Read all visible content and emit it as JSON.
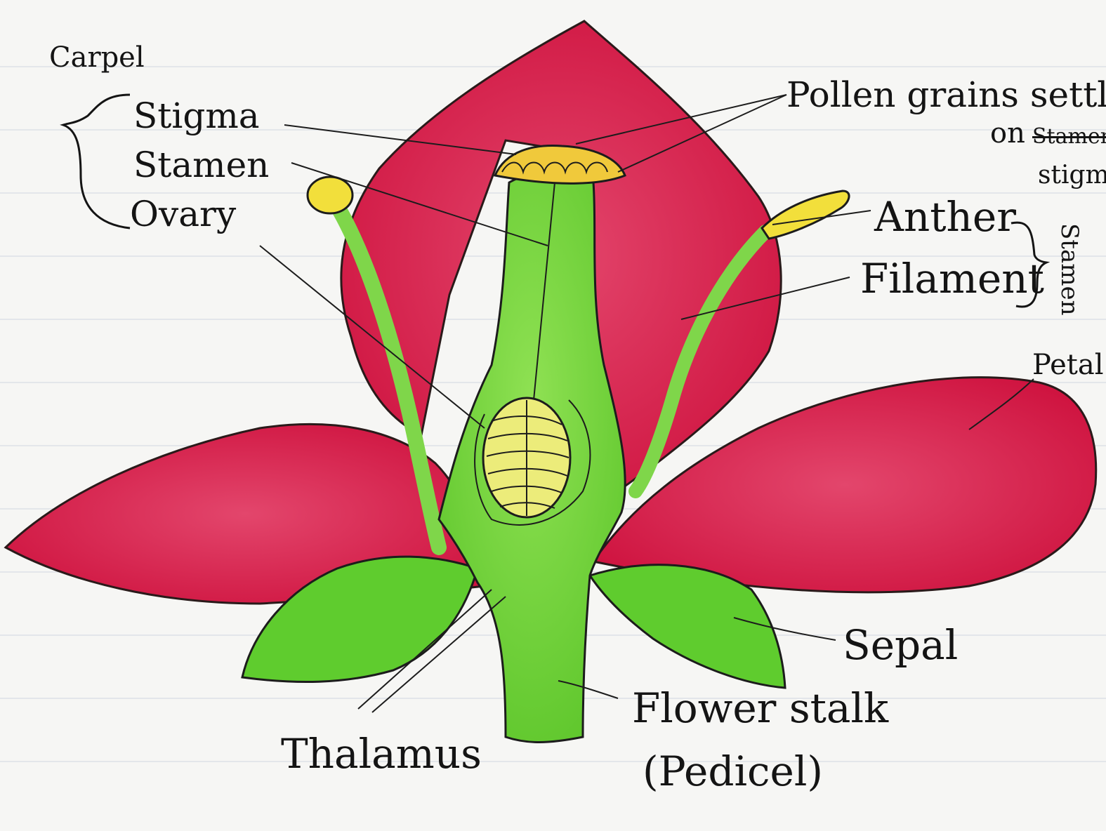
{
  "labels": {
    "carpel": "Carpel",
    "stigma": "Stigma",
    "stamen_carpel": "Stamen",
    "ovary": "Ovary",
    "pollen_line1": "Pollen grains settles",
    "pollen_line2_on": "on",
    "pollen_line2_struck": "Stamen",
    "pollen_line3": "stigma",
    "anther": "Anther",
    "filament": "Filament",
    "stamen_group": "Stamen",
    "petal": "Petal",
    "sepal": "Sepal",
    "flower_stalk": "Flower stalk",
    "pedicel": "(Pedicel)",
    "thalamus": "Thalamus"
  },
  "colors": {
    "petal": "#d41a47",
    "petal_light": "#e85476",
    "stalk": "#6fd23a",
    "stalk_light": "#9be45f",
    "sepal": "#5fcc2e",
    "anther": "#f2df3b",
    "ovule": "#ecec7a",
    "ink": "#141414"
  }
}
